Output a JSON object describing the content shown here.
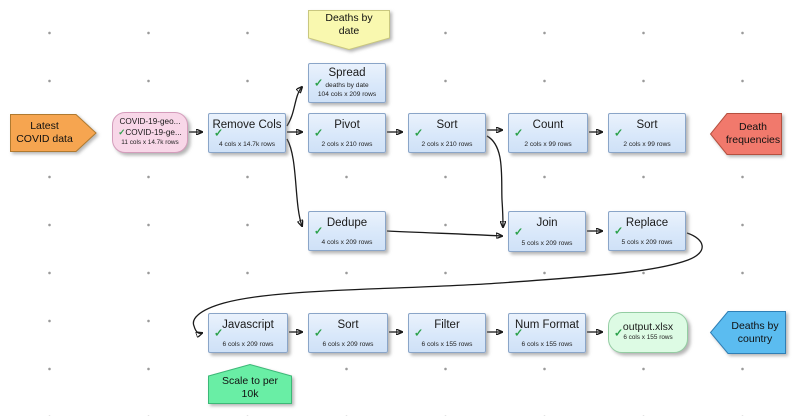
{
  "app": {
    "title": "Data transform flow canvas"
  },
  "check": "✓",
  "colors": {
    "node_fill": "#d9e8fa",
    "node_border": "#8aa5c8",
    "input_fill": "#f8d7e8",
    "input_border": "#d49cbb",
    "output_fill": "#ddfbe4",
    "output_border": "#93cda2",
    "comment_orange_fill": "#f6a550",
    "comment_orange_border": "#b07a30",
    "comment_red_fill": "#f1796c",
    "comment_red_border": "#b5503f",
    "comment_blue_fill": "#5bbcf0",
    "comment_blue_border": "#2f7fb5",
    "note_yellow_fill": "#f9f8af",
    "note_yellow_border": "#c9c77f",
    "note_green_fill": "#69eea5",
    "note_green_border": "#3cb877",
    "check_green": "#2ba14b",
    "wire": "#1a1a1a"
  },
  "flow": {
    "source": {
      "line1": "COVID-19-geo...",
      "line2": "COVID-19-ge...",
      "stats": "11 cols x 14.7k rows"
    },
    "nodes": {
      "remove_cols": {
        "title": "Remove Cols",
        "stats": "4 cols x 14.7k rows"
      },
      "spread": {
        "title": "Spread",
        "note": "deaths by date",
        "stats": "104 cols x 209 rows"
      },
      "pivot": {
        "title": "Pivot",
        "stats": "2 cols x 210 rows"
      },
      "sort1": {
        "title": "Sort",
        "stats": "2 cols x 210 rows"
      },
      "count": {
        "title": "Count",
        "stats": "2 cols x 99 rows"
      },
      "sort2": {
        "title": "Sort",
        "stats": "2 cols x 99 rows"
      },
      "dedupe": {
        "title": "Dedupe",
        "stats": "4 cols x 209 rows"
      },
      "join": {
        "title": "Join",
        "stats": "5 cols x 209 rows"
      },
      "replace": {
        "title": "Replace",
        "stats": "5 cols x 209 rows"
      },
      "javascript": {
        "title": "Javascript",
        "stats": "6 cols x 209 rows"
      },
      "sort3": {
        "title": "Sort",
        "stats": "6 cols x 209 rows"
      },
      "filter": {
        "title": "Filter",
        "stats": "6 cols x 155 rows"
      },
      "num_format": {
        "title": "Num Format",
        "stats": "6 cols x 155 rows"
      },
      "output": {
        "title": "output.xlsx",
        "stats": "6 cols x 155 rows"
      }
    },
    "comments": {
      "latest": {
        "line1": "Latest",
        "line2": "COVID data"
      },
      "death_freq": {
        "line1": "Death",
        "line2": "frequencies"
      },
      "deaths_country": {
        "line1": "Deaths by",
        "line2": "country"
      }
    },
    "notes": {
      "deaths_by_date": {
        "line1": "Deaths by",
        "line2": "date"
      },
      "scale": {
        "line1": "Scale to per",
        "line2": "10k"
      }
    }
  }
}
